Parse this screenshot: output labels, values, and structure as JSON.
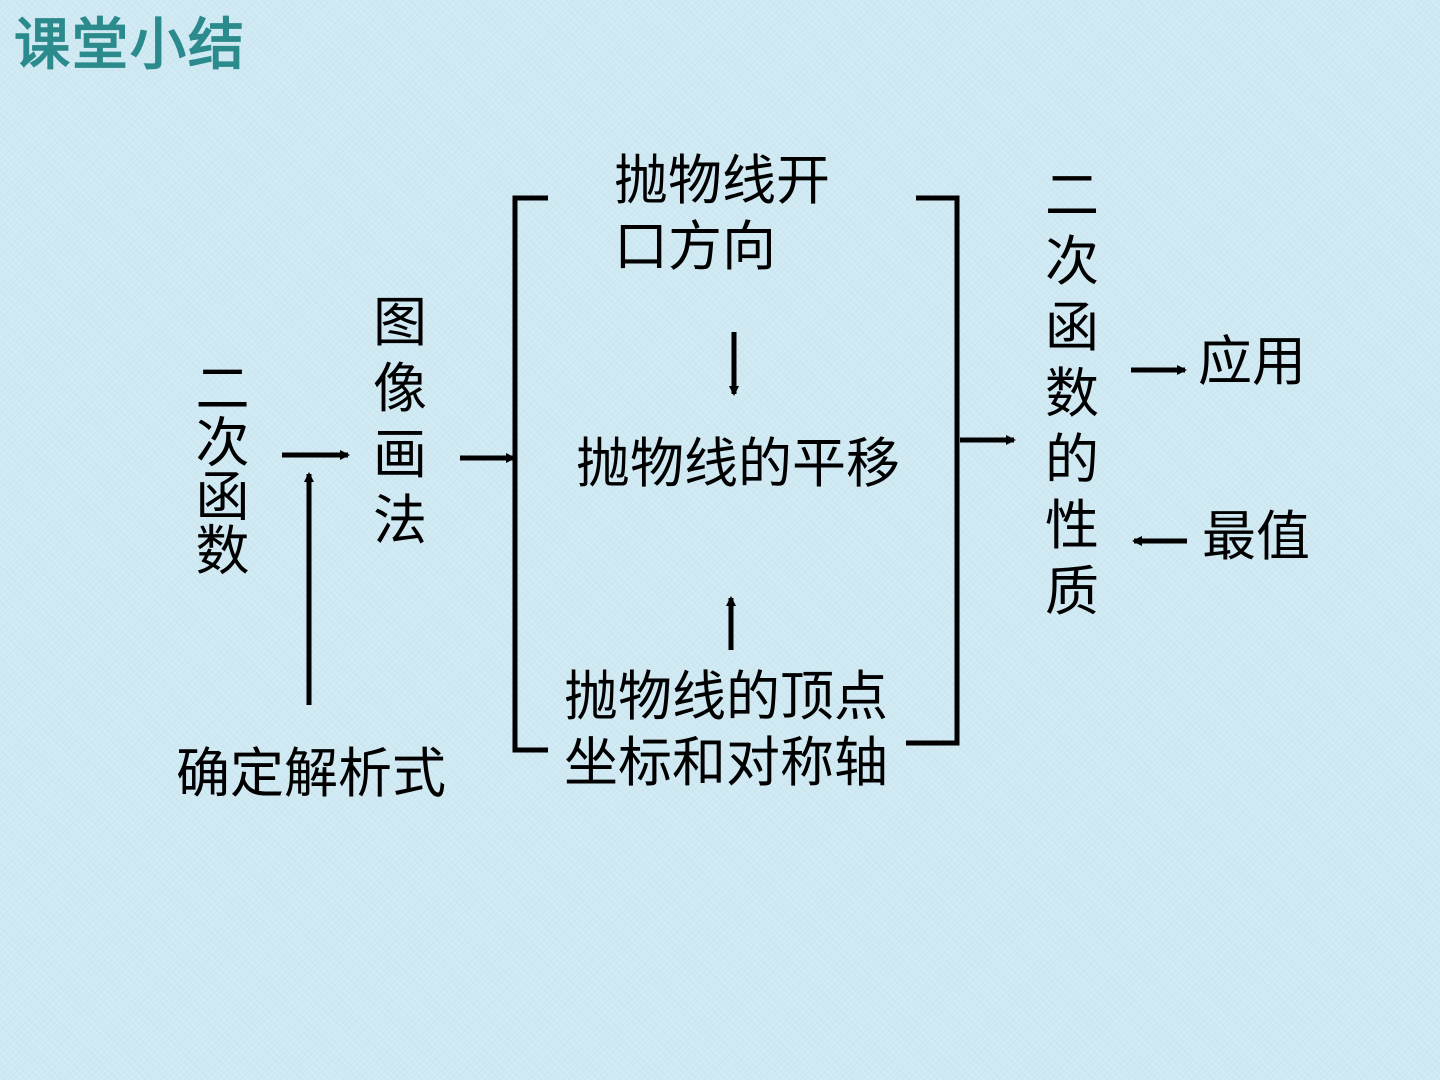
{
  "slide": {
    "title": "课堂小结"
  },
  "nodes": {
    "quadratic_function": "二次函数",
    "graph_method": "图\n像\n画\n法",
    "determine_expression": "确定解析式",
    "opening_direction": "抛物线开\n口方向",
    "translation": "抛物线的平移",
    "vertex_axis": "抛物线的顶点\n坐标和对称轴",
    "properties": "二\n次\n函\n数\n的\n性\n质",
    "application": "应用",
    "extreme_value": "最值"
  },
  "colors": {
    "title": "#2b8a8c",
    "background": "#cfe9f3",
    "lines": "#000000"
  }
}
